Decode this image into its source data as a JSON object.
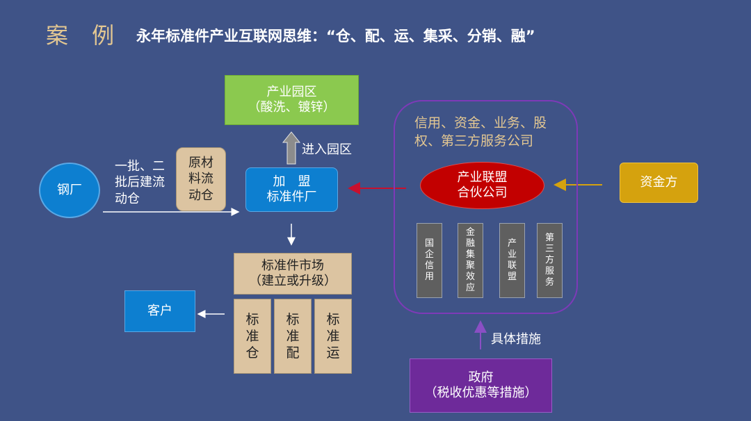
{
  "heading": {
    "case": "案 例",
    "title": "永年标准件产业互联网思维：“仓、配、运、集采、分销、融”"
  },
  "nodes": {
    "industry_park": {
      "line1": "产业园区",
      "line2": "（酸洗、镀锌）"
    },
    "enter_park": "进入园区",
    "steel_mill": "钢厂",
    "batch_text": {
      "line1": "一批、二",
      "line2": "批后建流",
      "line3": "动仓"
    },
    "raw_material": {
      "line1": "原材",
      "line2": "料流",
      "line3": "动仓"
    },
    "franchise": {
      "line1": "加　盟",
      "line2": "标准件厂"
    },
    "market": {
      "line1": "标准件市场",
      "line2": "（建立或升级）"
    },
    "customer": "客户",
    "std_columns": [
      {
        "chars": [
          "标",
          "准",
          "仓"
        ]
      },
      {
        "chars": [
          "标",
          "准",
          "配"
        ]
      },
      {
        "chars": [
          "标",
          "准",
          "运"
        ]
      }
    ],
    "services": {
      "line1": "信用、资金、业务、股",
      "line2": "权、第三方服务公司"
    },
    "alliance": {
      "line1": "产业联盟",
      "line2": "合伙公司"
    },
    "support_columns": [
      {
        "chars": [
          "国",
          "企",
          "信",
          "用"
        ]
      },
      {
        "chars": [
          "金",
          "融",
          "集",
          "聚",
          "效",
          "应"
        ]
      },
      {
        "chars": [
          "产",
          "业",
          "联",
          "盟"
        ]
      },
      {
        "chars": [
          "第",
          "三",
          "方",
          "服",
          "务"
        ]
      }
    ],
    "funder": "资金方",
    "measures": "具体措施",
    "government": {
      "line1": "政府",
      "line2": "（税收优惠等措施）"
    }
  },
  "colors": {
    "background": "#3f5387",
    "heading_case": "#e3c792",
    "green": "#8bc94f",
    "blue": "#0d7fd0",
    "beige": "#dcc4a1",
    "red": "#c20000",
    "gold": "#d5a20e",
    "purple": "#6e2a9a",
    "gray": "#5f5f5f"
  }
}
